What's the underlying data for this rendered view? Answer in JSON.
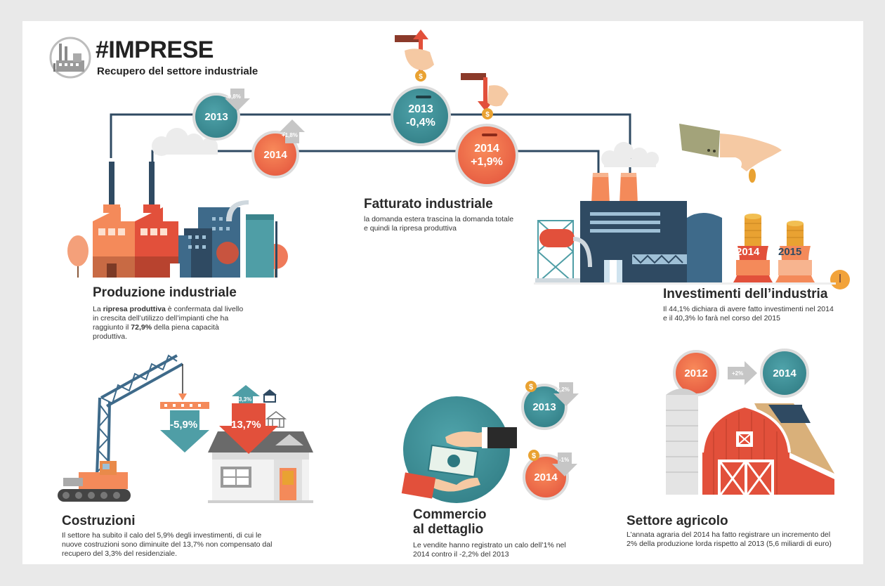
{
  "header": {
    "title": "#IMPRESE",
    "subtitle": "Recupero del settore industriale"
  },
  "produzione": {
    "title": "Produzione industriale",
    "c2013": "2013",
    "c2013_change": "-0,8%",
    "c2014": "2014",
    "c2014_change": "+1,8%",
    "text_pre": "La ",
    "text_bold1": "ripresa produttiva",
    "text_mid": " è confermata dal livello in crescita dell’utilizzo dell’impianti che ha raggiunto il ",
    "text_bold2": "72,9%",
    "text_post": " della piena capacità produttiva."
  },
  "fatturato": {
    "title": "Fatturato industriale",
    "c2013_year": "2013",
    "c2013_value": "-0,4%",
    "c2014_year": "2014",
    "c2014_value": "+1,9%",
    "text": "la domanda estera trascina la domanda totale e quindi la ripresa produttiva"
  },
  "investimenti": {
    "title": "Investimenti dell’industria",
    "tower1": "2014",
    "tower2": "2015",
    "text": "Il 44,1% dichiara di avere fatto investimenti nel 2014 e il 40,3% lo farà nel corso del 2015"
  },
  "costruzioni": {
    "title": "Costruzioni",
    "arrow1": "-5,9%",
    "arrow2": "-13,7%",
    "up_small": "3,3%",
    "text": "Il settore ha subito il calo del 5,9% degli investimenti, di cui le nuove costruzioni sono diminuite del 13,7% non compensato dal recupero del 3,3% del residenziale."
  },
  "commercio": {
    "title_line1": "Commercio",
    "title_line2": "al dettaglio",
    "c2013": "2013",
    "c2013_change": "-2,2%",
    "c2014": "2014",
    "c2014_change": "-1%",
    "text": "Le vendite hanno registrato un calo dell’1% nel 2014 contro il -2,2% del 2013"
  },
  "agricolo": {
    "title": "Settore agricolo",
    "c2012": "2012",
    "c2014": "2014",
    "arrow": "+2%",
    "text": "L’annata agraria del 2014 ha fatto registrare un incremento del 2% della produzione lorda rispetto al 2013 (5,6 miliardi di euro)"
  },
  "colors": {
    "teal": "#2d7880",
    "orange": "#e2503b",
    "navy": "#2f4a62",
    "grey": "#b9b9b9"
  }
}
